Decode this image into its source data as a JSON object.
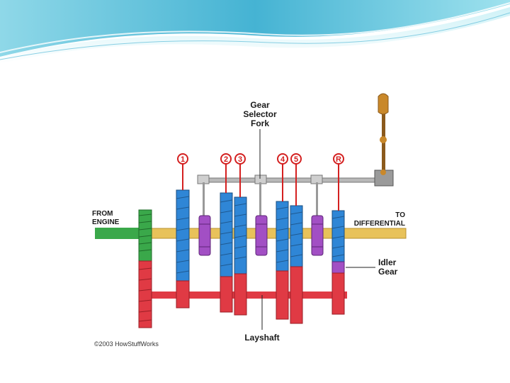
{
  "slide": {
    "diagram": {
      "labels": {
        "gear_selector_line1": "Gear",
        "gear_selector_line2": "Selector",
        "gear_selector_line3": "Fork",
        "from_engine_line1": "FROM",
        "from_engine_line2": "ENGINE",
        "to_differential_line1": "TO",
        "to_differential_line2": "DIFFERENTIAL",
        "idler_line1": "Idler",
        "idler_line2": "Gear",
        "layshaft": "Layshaft",
        "copyright": "©2003 HowStuffWorks"
      },
      "gear_numbers": [
        "1",
        "2",
        "3",
        "4",
        "5",
        "R"
      ],
      "colors": {
        "input_gear": "#3aa84a",
        "output_gears": "#2f86d6",
        "layshaft_gears": "#e03a44",
        "collars": "#a24fc4",
        "output_shaft": "#e8c25a",
        "selector_rod": "#b8b8b8",
        "shifter_knob": "#c9882a",
        "number_circles": "#d42020"
      }
    }
  }
}
